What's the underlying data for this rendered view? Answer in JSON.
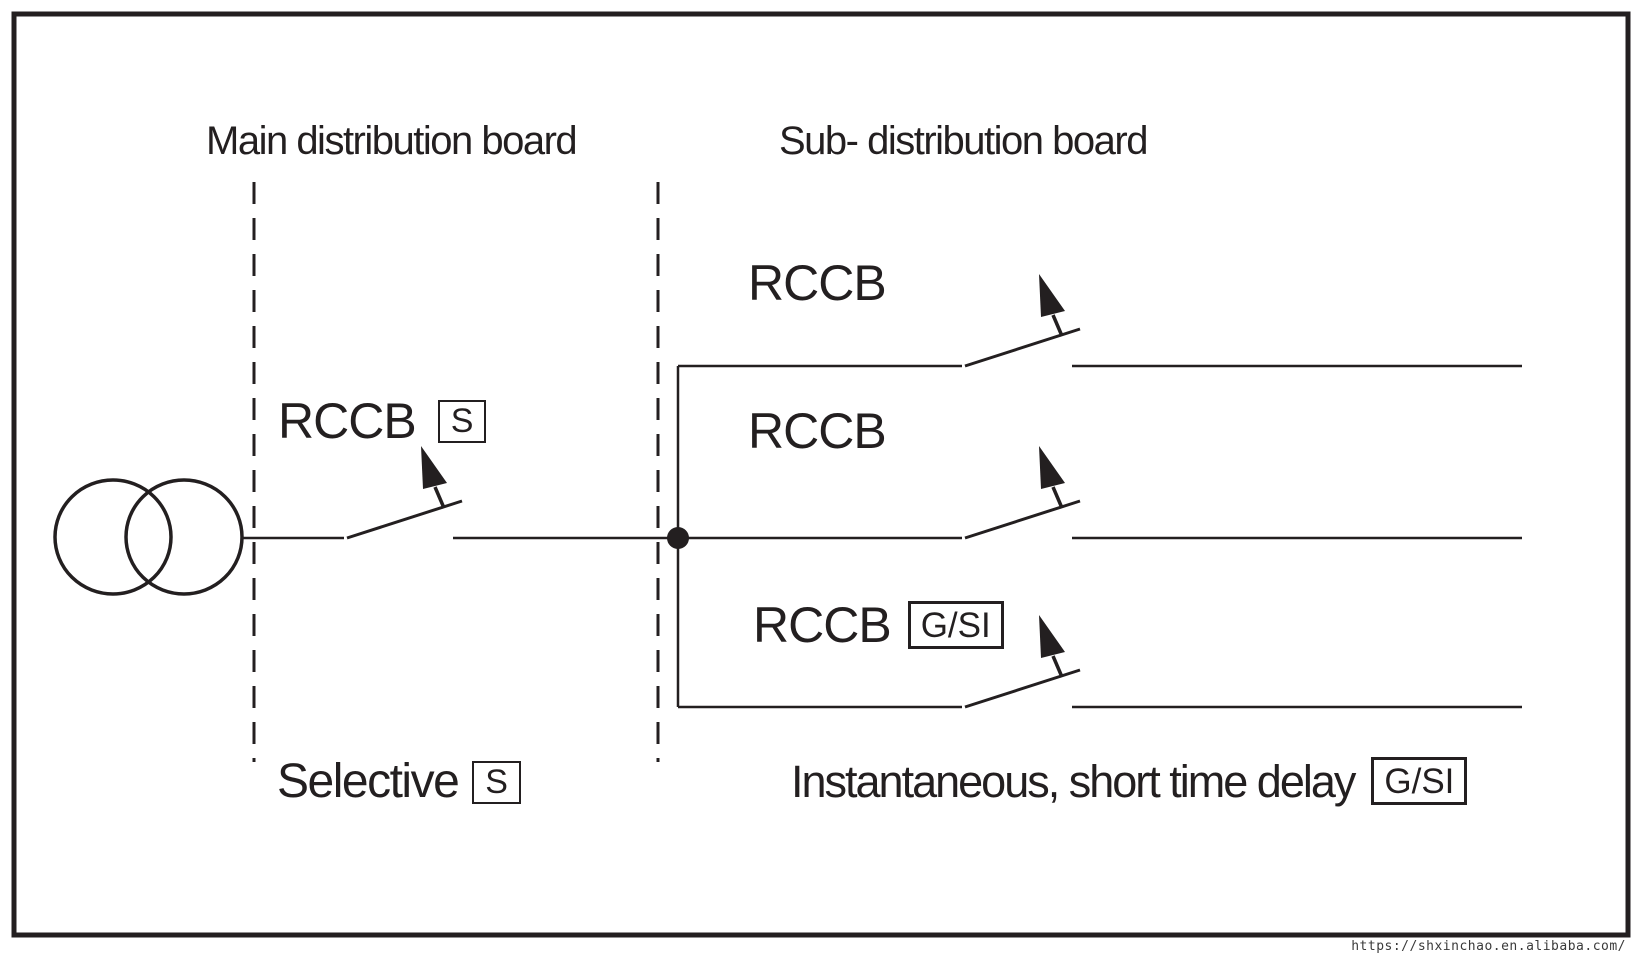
{
  "header": {
    "main_board_title": "Main distribution board",
    "sub_board_title": "Sub- distribution board"
  },
  "main_board": {
    "rccb_label": "RCCB",
    "rccb_tag": "S",
    "caption": "Selective",
    "caption_tag": "S"
  },
  "sub_board": {
    "branches": [
      {
        "label": "RCCB",
        "tag": ""
      },
      {
        "label": "RCCB",
        "tag": ""
      },
      {
        "label": "RCCB",
        "tag": "G/SI"
      }
    ],
    "caption": "Instantaneous, short time delay",
    "caption_tag": "G/SI"
  },
  "footer": {
    "watermark_url": "https://shxinchao.en.alibaba.com/"
  },
  "colors": {
    "ink": "#231f20",
    "background": "#ffffff"
  }
}
